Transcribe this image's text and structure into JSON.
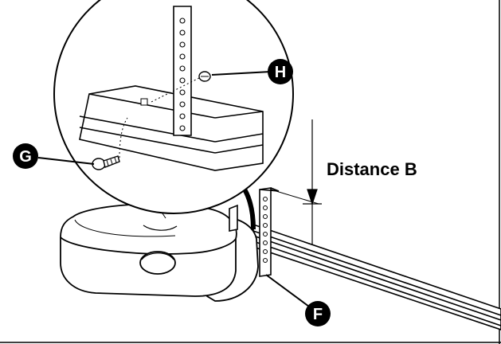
{
  "callouts": {
    "h": "H",
    "g": "G",
    "f": "F"
  },
  "dimension_label": "Distance B",
  "colors": {
    "ink": "#000000",
    "paper": "#ffffff"
  }
}
